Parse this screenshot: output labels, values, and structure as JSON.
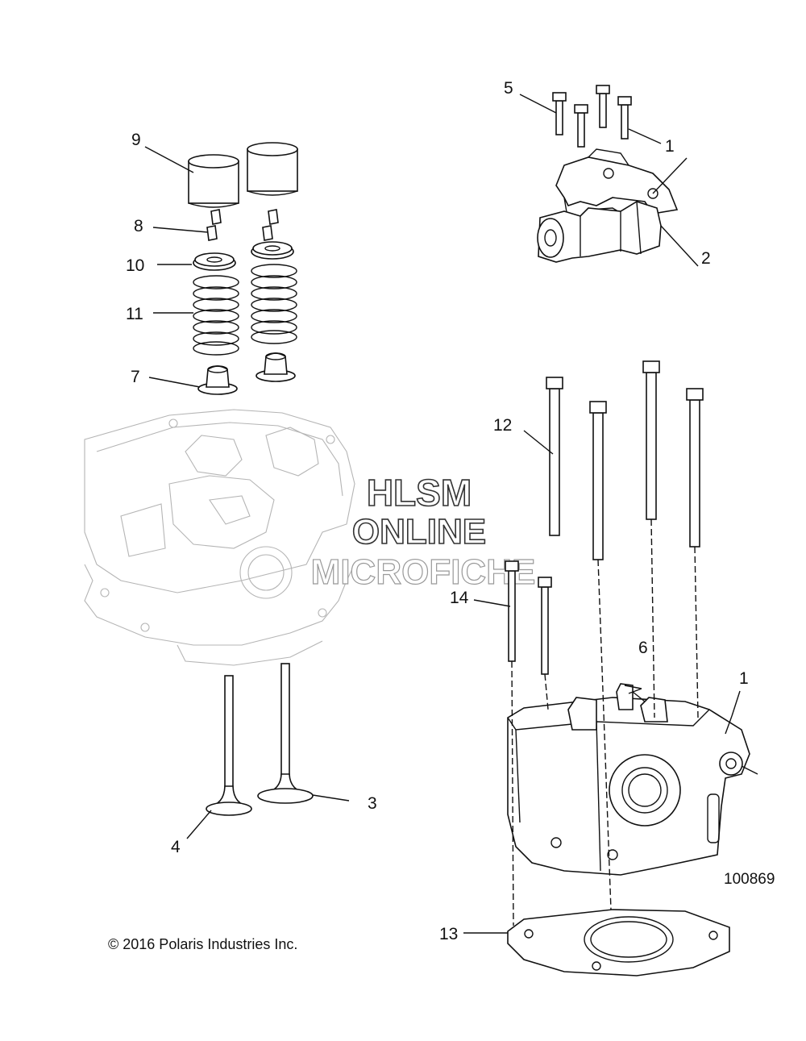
{
  "callouts": {
    "c9": "9",
    "c8": "8",
    "c10": "10",
    "c11": "11",
    "c7": "7",
    "c5": "5",
    "c1_top": "1",
    "c2": "2",
    "c12": "12",
    "c14": "14",
    "c6": "6",
    "c1_head": "1",
    "c3": "3",
    "c4": "4",
    "c13": "13"
  },
  "reference_number": "100869",
  "copyright": "© 2016 Polaris Industries Inc.",
  "watermark": {
    "line1": "HLSM",
    "line2": "ONLINE",
    "line3": "MICROFICHE"
  }
}
